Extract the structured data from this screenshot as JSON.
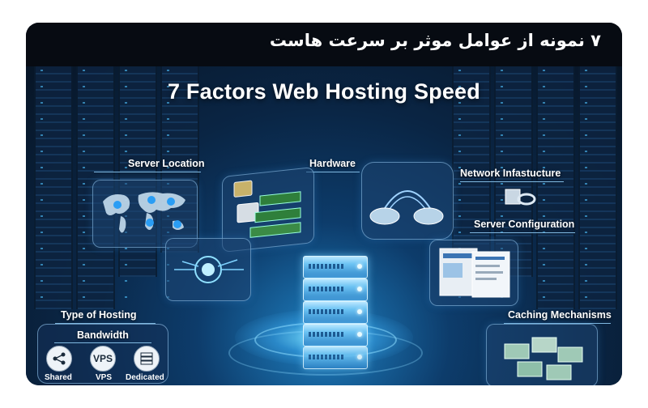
{
  "header": {
    "persian_title": "۷ نمونه از عوامل موثر بر سرعت هاست"
  },
  "main": {
    "title": "7 Factors Web Hosting Speed"
  },
  "factors": {
    "server_location": "Server Location",
    "hardware": "Hardware",
    "network": "Network Infastucture",
    "server_config": "Server Configuration",
    "caching": "Caching Mechanisms",
    "type_of_hosting": "Type of Hosting",
    "bandwidth": "Bandwidth"
  },
  "hosting_types": [
    {
      "label": "Shared",
      "icon": "share-icon"
    },
    {
      "label": "VPS",
      "icon": "vps-icon",
      "icon_text": "VPS"
    },
    {
      "label": "Dedicated",
      "icon": "dedicated-server-icon"
    }
  ],
  "colors": {
    "accent": "#4fc3ff",
    "background": "#071526",
    "header": "#070b12"
  }
}
